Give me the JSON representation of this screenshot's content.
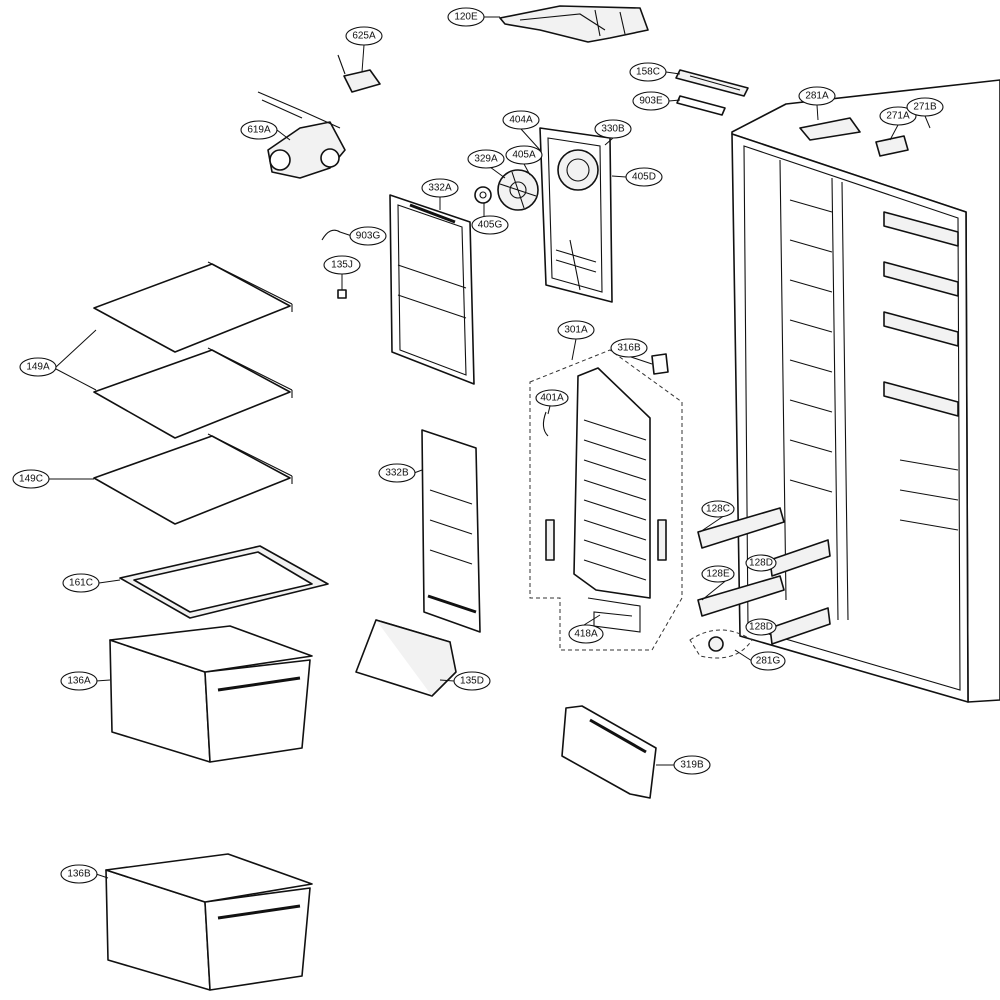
{
  "diagram": {
    "labels": {
      "l120E": "120E",
      "l625A": "625A",
      "l158C": "158C",
      "l903E": "903E",
      "l281A": "281A",
      "l271A": "271A",
      "l271B": "271B",
      "l619A": "619A",
      "l404A": "404A",
      "l330B": "330B",
      "l329A": "329A",
      "l405A": "405A",
      "l405D": "405D",
      "l332A": "332A",
      "l405G": "405G",
      "l903G": "903G",
      "l135J": "135J",
      "l149A": "149A",
      "l301A": "301A",
      "l316B": "316B",
      "l401A": "401A",
      "l149C": "149C",
      "l332B": "332B",
      "l128C": "128C",
      "l128D_top": "128D",
      "l128E": "128E",
      "l128D_bottom": "128D",
      "l161C": "161C",
      "l418A": "418A",
      "l281G": "281G",
      "l136A": "136A",
      "l135D": "135D",
      "l319B": "319B",
      "l136B": "136B"
    }
  }
}
